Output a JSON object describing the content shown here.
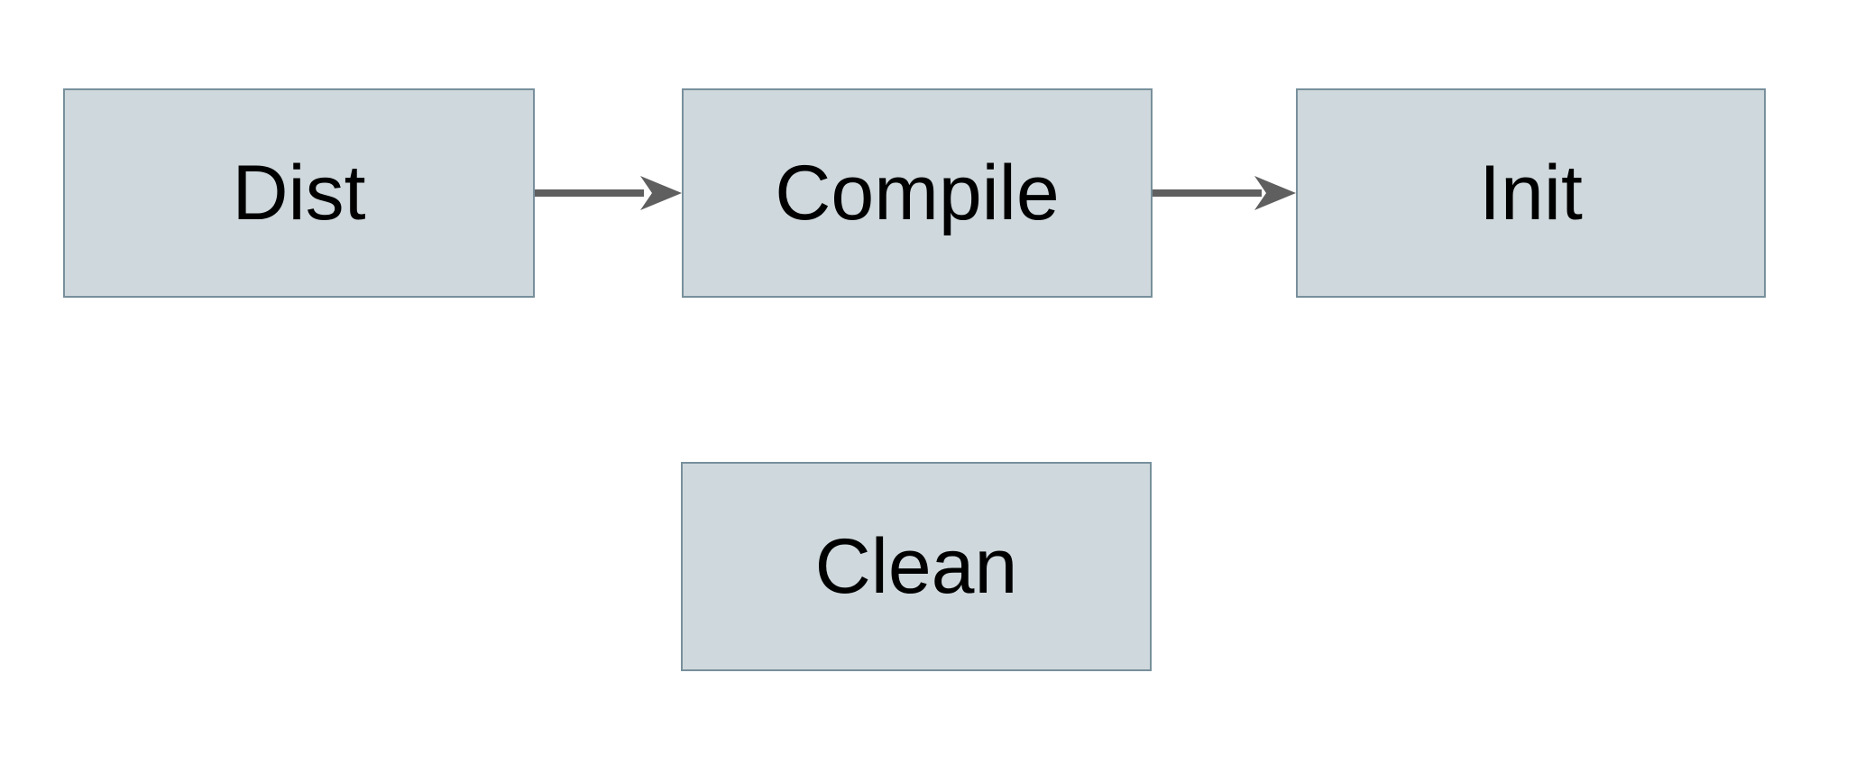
{
  "diagram": {
    "type": "flowchart",
    "colors": {
      "background": "#ffffff",
      "node_fill": "#cfd8dc",
      "node_border": "#78909c",
      "arrow": "#5f5f5f",
      "label": "#000000"
    },
    "nodes": [
      {
        "id": "dist",
        "label": "Dist"
      },
      {
        "id": "compile",
        "label": "Compile"
      },
      {
        "id": "init",
        "label": "Init"
      },
      {
        "id": "clean",
        "label": "Clean"
      }
    ],
    "edges": [
      {
        "from": "Dist",
        "to": "Compile",
        "style": "solid-arrow"
      },
      {
        "from": "Compile",
        "to": "Init",
        "style": "solid-arrow"
      }
    ]
  }
}
